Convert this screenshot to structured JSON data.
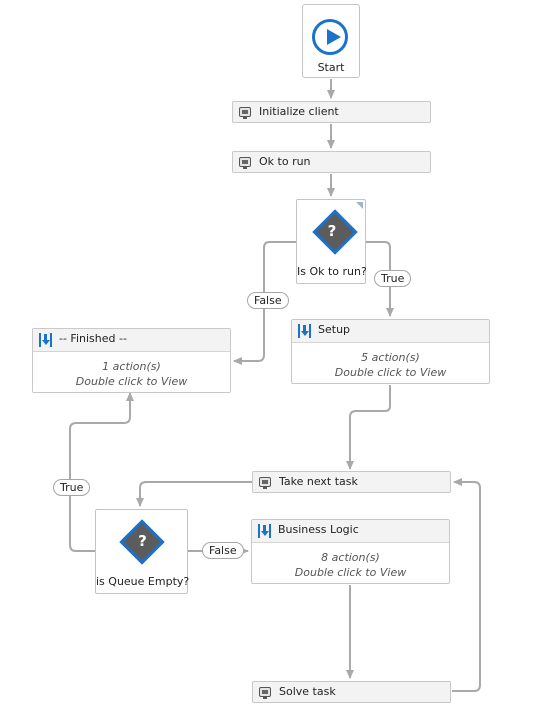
{
  "start": {
    "label": "Start"
  },
  "activities": {
    "initialize_client": "Initialize client",
    "ok_to_run": "Ok to run",
    "take_next_task": "Take next task",
    "solve_task": "Solve task"
  },
  "decisions": {
    "is_ok_to_run": "Is Ok to run?",
    "is_queue_empty": "is Queue Empty?",
    "icon_glyph": "?"
  },
  "sequences": {
    "finished": {
      "title": "-- Finished --",
      "count": "1 action(s)",
      "hint": "Double click to View"
    },
    "setup": {
      "title": "Setup",
      "count": "5 action(s)",
      "hint": "Double click to View"
    },
    "business_logic": {
      "title": "Business Logic",
      "count": "8 action(s)",
      "hint": "Double click to View"
    }
  },
  "conditions": {
    "false_ok": "False",
    "true_ok": "True",
    "true_queue": "True",
    "false_queue": "False"
  },
  "colors": {
    "accent": "#1a73c9",
    "connector": "#a9a9a9",
    "node_fill": "#f3f3f3",
    "diamond": "#5c5c5c"
  }
}
